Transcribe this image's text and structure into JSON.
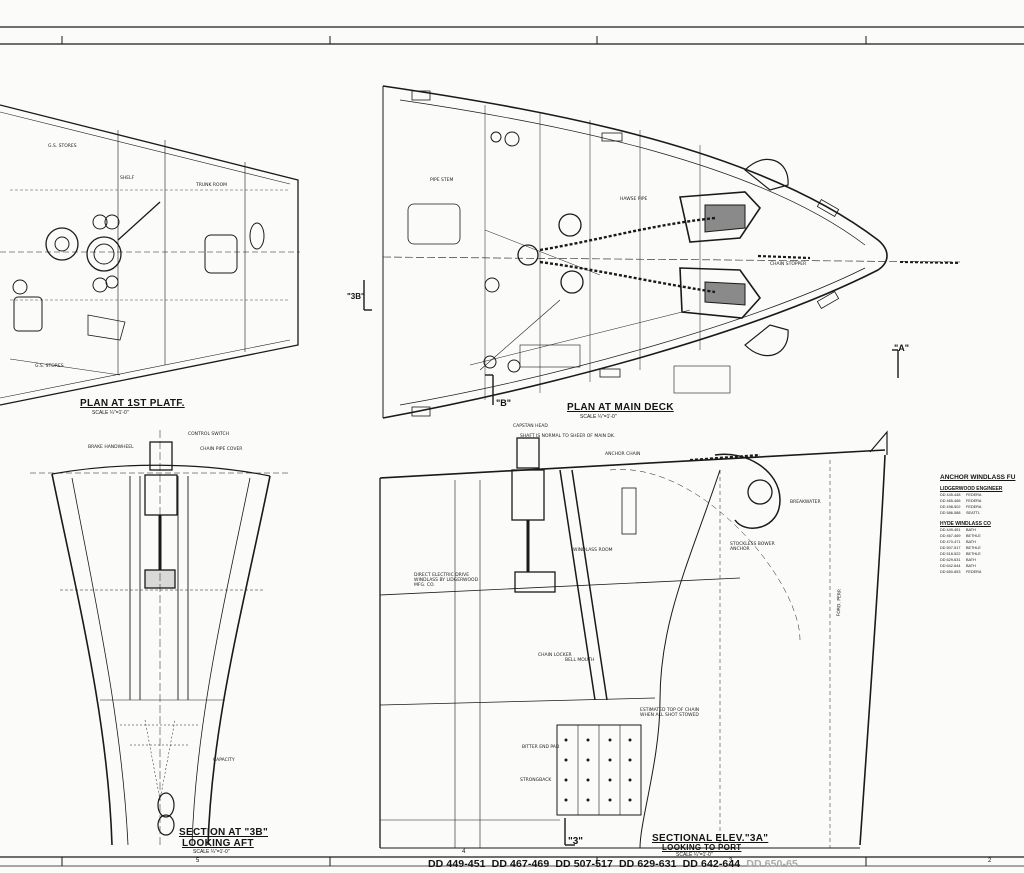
{
  "views": {
    "plan_plat": {
      "title": "PLAN AT 1ST PLATF.",
      "scale": "SCALE ¼\"=1'-0\""
    },
    "plan_main": {
      "title": "PLAN AT MAIN DECK",
      "scale": "SCALE ¼\"=1'-0\""
    },
    "section_3b": {
      "title": "SECTION AT \"3B\"",
      "subtitle": "LOOKING AFT",
      "scale": "SCALE ¼\"=1'-0\""
    },
    "sectional_elev": {
      "title": "SECTIONAL ELEV.\"3A\"",
      "subtitle": "LOOKING TO PORT",
      "scale": "SCALE ¼\"=1'-0\""
    }
  },
  "section_marks": {
    "a": "\"A\"",
    "b": "\"B\"",
    "three_b": "\"3B\"",
    "three": "\"3\""
  },
  "labels": {
    "capstan_head": "CAPSTAN HEAD",
    "shaft_note": "SHAFT IS NORMAL TO SHEER OF MAIN DK.",
    "anchor_chain": "ANCHOR CHAIN",
    "windlass_room": "WINDLASS ROOM",
    "direct_electric": "DIRECT ELECTRIC DRIVE WINDLASS BY LIDGERWOOD MFG. CO.",
    "brake_handwheel": "BRAKE HANDWHEEL",
    "control_switch": "CONTROL SWITCH",
    "chain_pipe_cover": "CHAIN PIPE COVER",
    "breakwater": "BREAKWATER",
    "chain_locker": "CHAIN LOCKER",
    "bell_mouth": "BELL MOUTH",
    "strongback": "STRONGBACK",
    "est_top_chain": "ESTIMATED TOP OF CHAIN WHEN ALL SHOT STOWED",
    "trunk_room": "TRUNK ROOM",
    "gg_stores": "G.S. STORES",
    "shelf": "SHELF",
    "hawse_pipe": "HAWSE PIPE",
    "stockless_bower": "STOCKLESS BOWER ANCHOR",
    "capacity": "CAPACITY",
    "bitter_end": "BITTER END PAD",
    "chain_stopper": "CHAIN STOPPER",
    "pipe_stem": "PIPE STEM",
    "fwd_perp": "FORD. PERP."
  },
  "table": {
    "title": "ANCHOR WINDLASS FU",
    "group1": "LIDGERWOOD ENGINEER",
    "rows1": [
      {
        "hull": "DD 445-448",
        "yard": "FEDERA"
      },
      {
        "hull": "DD 465-466",
        "yard": "FEDERA"
      },
      {
        "hull": "DD 498-502",
        "yard": "FEDERA"
      },
      {
        "hull": "DD 586-588",
        "yard": "SEATTL"
      }
    ],
    "group2": "HYDE WINDLASS CO",
    "rows2": [
      {
        "hull": "DD 449-451",
        "yard": "BATH"
      },
      {
        "hull": "DD 467-469",
        "yard": "BETHLE"
      },
      {
        "hull": "DD 470-471",
        "yard": "BATH"
      },
      {
        "hull": "DD 507-517",
        "yard": "BETHLE"
      },
      {
        "hull": "DD 518-522",
        "yard": "BETHLE"
      },
      {
        "hull": "DD 629-631",
        "yard": "BATH"
      },
      {
        "hull": "DD 642-644",
        "yard": "BATH"
      },
      {
        "hull": "DD 650-653",
        "yard": "FEDERA"
      }
    ]
  },
  "hull_numbers": [
    "DD 449-451",
    "DD 467-469",
    "DD 507-517",
    "DD 629-631",
    "DD 642-644",
    "DD 650-65"
  ],
  "frame_numbers": [
    "5",
    "4",
    "3",
    "2"
  ]
}
